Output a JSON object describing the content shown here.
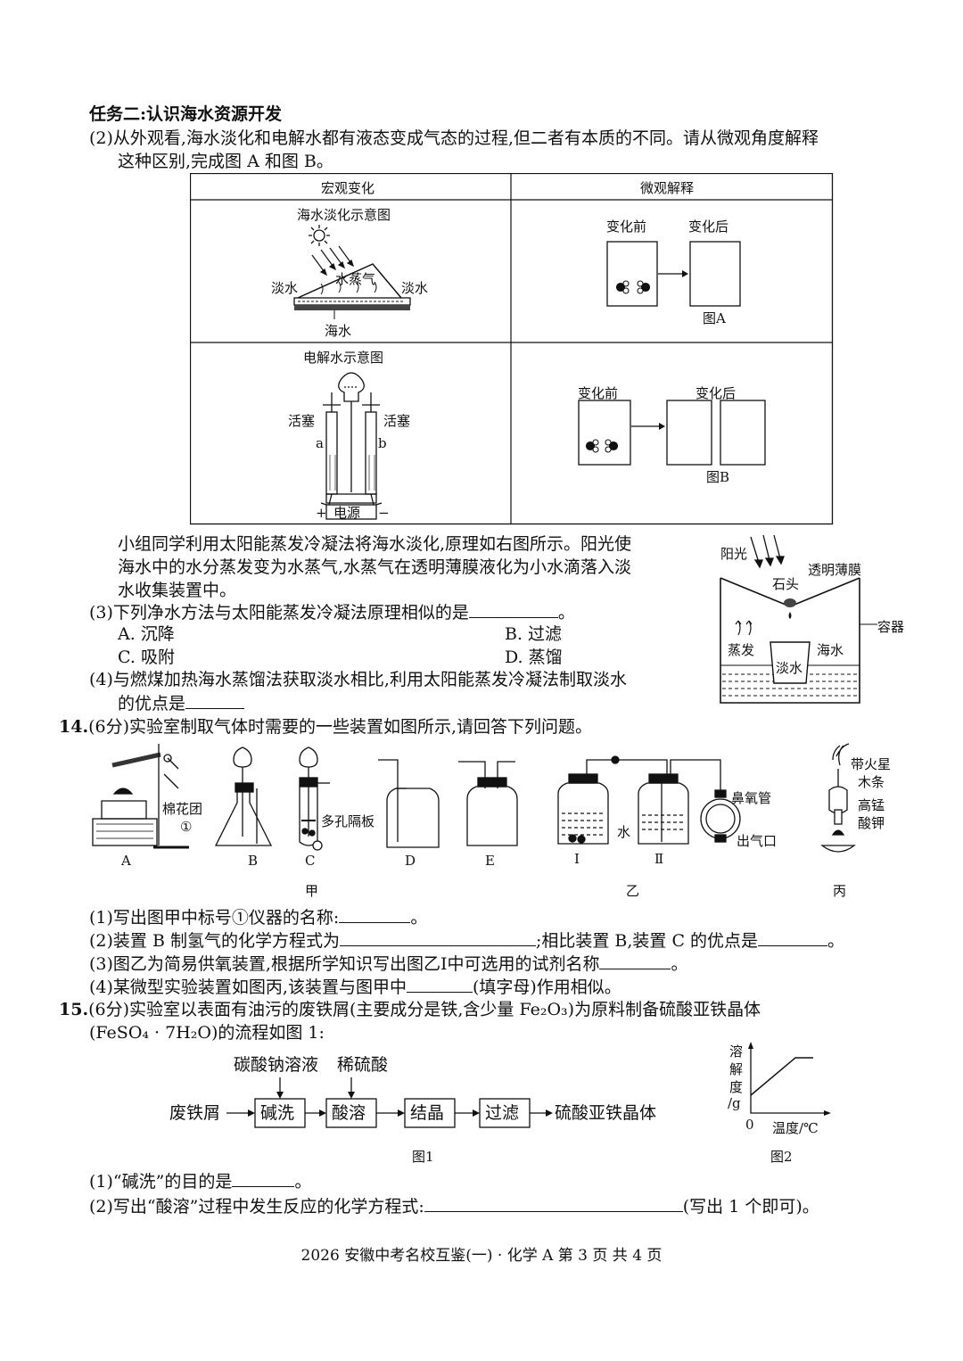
{
  "task2": {
    "title": "任务二:认识海水资源开发",
    "q2_line1": "(2)从外观看,海水淡化和电解水都有液态变成气态的过程,但二者有本质的不同。请从微观角度解释",
    "q2_line2": "这种区别,完成图 A 和图 B。"
  },
  "table": {
    "header_left": "宏观变化",
    "header_right": "微观解释",
    "desal_title": "海水淡化示意图",
    "desal_labels": {
      "fresh_left": "淡水",
      "vapor": "水蒸气",
      "fresh_right": "淡水",
      "sea": "海水"
    },
    "figA": {
      "before": "变化前",
      "after": "变化后",
      "caption": "图A"
    },
    "electro_title": "电解水示意图",
    "electro_labels": {
      "valve_left": "活塞",
      "valve_right": "活塞",
      "a": "a",
      "b": "b",
      "power": "电源",
      "plus": "+",
      "minus": "−"
    },
    "figB": {
      "before": "变化前",
      "after": "变化后",
      "caption": "图B"
    }
  },
  "solar": {
    "para_line1": "小组同学利用太阳能蒸发冷凝法将海水淡化,原理如右图所示。阳光使",
    "para_line2": "海水中的水分蒸发变为水蒸气,水蒸气在透明薄膜液化为小水滴落入淡",
    "para_line3": "水收集装置中。",
    "fig_labels": {
      "sun": "阳光",
      "film": "透明薄膜",
      "stone": "石头",
      "container": "容器",
      "evap": "蒸发",
      "sea": "海水",
      "fresh": "淡水"
    }
  },
  "q3": {
    "stem": "(3)下列净水方法与太阳能蒸发冷凝法原理相似的是",
    "end": "。",
    "options": [
      "A. 沉降",
      "B. 过滤",
      "C. 吸附",
      "D. 蒸馏"
    ]
  },
  "q4": {
    "line1": "(4)与燃煤加热海水蒸馏法获取淡水相比,利用太阳能蒸发冷凝法制取淡水",
    "line2": "的优点是"
  },
  "q14": {
    "number": "14.",
    "stem": "(6分)实验室制取气体时需要的一些装置如图所示,请回答下列问题。",
    "fig_labels": {
      "cotton": "棉花团",
      "circle1": "①",
      "porous": "多孔隔板",
      "A": "A",
      "B": "B",
      "C": "C",
      "D": "D",
      "E": "E",
      "I": "Ⅰ",
      "II": "Ⅱ",
      "water": "水",
      "nasal": "鼻氧管",
      "outlet": "出气口",
      "spark": "带火星",
      "stick": "木条",
      "kmno4_1": "高锰",
      "kmno4_2": "酸钾",
      "jia": "甲",
      "yi": "乙",
      "bing": "丙"
    },
    "sub1": "(1)写出图甲中标号①仪器的名称:",
    "sub1_end": "。",
    "sub2a": "(2)装置 B 制氢气的化学方程式为",
    "sub2b": ";相比装置 B,装置 C 的优点是",
    "sub2_end": "。",
    "sub3": "(3)图乙为简易供氧装置,根据所学知识写出图乙Ⅰ中可选用的试剂名称",
    "sub3_end": "。",
    "sub4a": "(4)某微型实验装置如图丙,该装置与图甲中",
    "sub4b": "(填字母)作用相似。"
  },
  "q15": {
    "number": "15.",
    "line1": "(6分)实验室以表面有油污的废铁屑(主要成分是铁,含少量 Fe₂O₃)为原料制备硫酸亚铁晶体",
    "line2": "(FeSO₄ · 7H₂O)的流程如图 1:",
    "flow": {
      "reagent1": "碳酸钠溶液",
      "reagent2": "稀硫酸",
      "start": "废铁屑",
      "step1": "碱洗",
      "step2": "酸溶",
      "step3": "结晶",
      "step4": "过滤",
      "product": "硫酸亚铁晶体",
      "caption": "图1"
    },
    "graph": {
      "y1": "溶",
      "y2": "解",
      "y3": "度",
      "y4": "/g",
      "origin": "0",
      "xlabel": "温度/℃",
      "caption": "图2"
    },
    "sub1": "(1)“碱洗”的目的是",
    "sub1_end": "。",
    "sub2": "(2)写出“酸溶”过程中发生反应的化学方程式:",
    "sub2_end": "(写出 1 个即可)。"
  },
  "footer": "2026 安徽中考名校互鉴(一) · 化学 A   第 3 页   共 4 页"
}
